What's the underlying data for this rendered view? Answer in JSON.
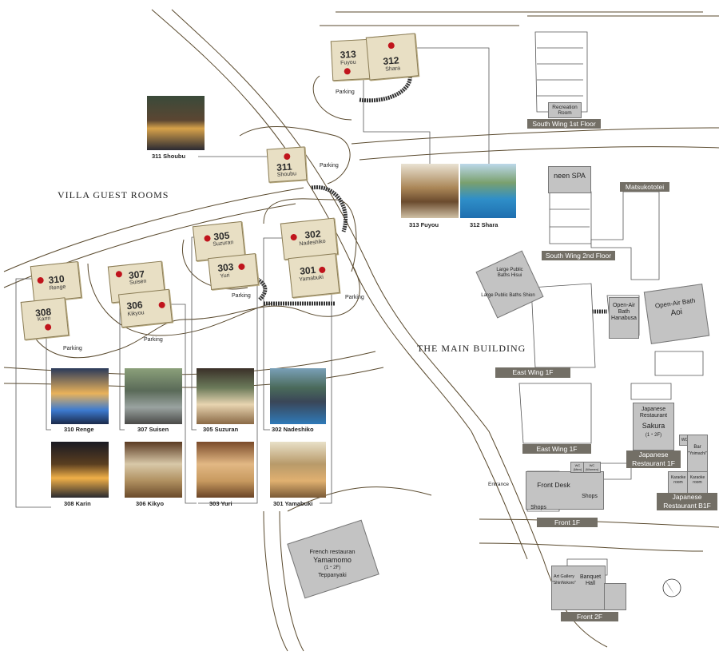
{
  "sections": {
    "villa": "VILLA GUEST ROOMS",
    "main": "THE MAIN BUILDING"
  },
  "villas": [
    {
      "num": "313",
      "name": "Fuyou"
    },
    {
      "num": "312",
      "name": "Shara"
    },
    {
      "num": "311",
      "name": "Shoubu"
    },
    {
      "num": "310",
      "name": "Renge"
    },
    {
      "num": "308",
      "name": "Karin"
    },
    {
      "num": "307",
      "name": "Suisen"
    },
    {
      "num": "306",
      "name": "Kikyou"
    },
    {
      "num": "305",
      "name": "Suzuran"
    },
    {
      "num": "303",
      "name": "Yuri"
    },
    {
      "num": "302",
      "name": "Nadeshiko"
    },
    {
      "num": "301",
      "name": "Yamabuki"
    }
  ],
  "photo_captions": {
    "p311": "311  Shoubu",
    "p313": "313  Fuyou",
    "p312": "312  Shara",
    "p310": "310  Renge",
    "p307": "307  Suisen",
    "p305": "305  Suzuran",
    "p302": "302  Nadeshiko",
    "p308": "308  Karin",
    "p306": "306  Kikyo",
    "p303": "303  Yuri",
    "p301": "301  Yamabuki"
  },
  "parking": "Parking",
  "main_building": {
    "south_wing_1f": "South Wing 1st Floor",
    "recreation": "Recreation Room",
    "neen_spa": "neen SPA",
    "matsukototei": "Matsukototei",
    "south_wing_2f": "South Wing 2nd Floor",
    "large_bath_hisui": "Large Public Baths Hisui",
    "large_bath_shion": "Large Public Baths Shion",
    "open_air_hanabusa": "Open-Air Bath Hanabusa",
    "open_air_aoi_title": "Open-Air Bath",
    "open_air_aoi_name": "Aoi",
    "east_wing_1f_a": "East Wing 1F",
    "east_wing_1f_b": "East Wing 1F",
    "jp_restaurant": "Japanese Restaurant",
    "jp_restaurant_name": "Sakura",
    "jp_restaurant_floors": "(1・2F)",
    "jp_restaurant_1f": "Japanese Restaurant 1F",
    "wc": "WC",
    "bar": "Bar",
    "bar_name": "\"Yoimachi\"",
    "karaoke1": "Karaoke room",
    "karaoke2": "Karaoke room",
    "jp_restaurant_b1f": "Japanese Restaurant B1F",
    "entrance": "Entrance",
    "front_desk": "Front Desk",
    "shops_left": "Shops",
    "shops_right": "Shops",
    "wc_men": "WC (Men)",
    "wc_women": "WC (Women)",
    "front_1f": "Front 1F",
    "french_l1": "French restauran",
    "french_name": "Yamamomo",
    "french_floors": "(1・2F)",
    "teppanyaki": "Teppanyaki",
    "art_gallery": "Art Gallery",
    "art_gallery_name": "\"ShinNokoro\"",
    "banquet": "Banquet Hall",
    "front_2f": "Front 2F"
  },
  "colors": {
    "villa_fill": "#e8dfc4",
    "dot": "#c0141c",
    "road": "#5a4a2e",
    "building": "#c3c3c3",
    "label_box": "#736f66"
  }
}
